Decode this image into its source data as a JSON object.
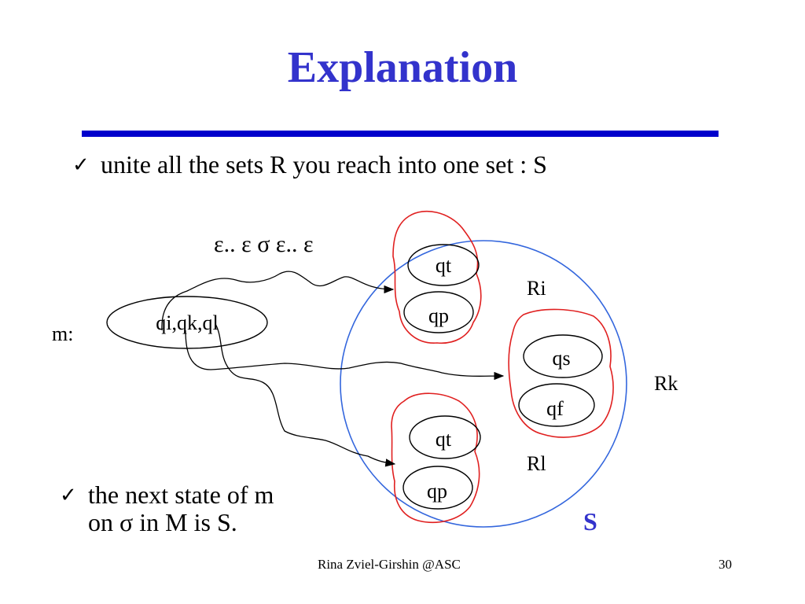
{
  "slide": {
    "title": "Explanation",
    "bullets": [
      {
        "icon": "check-icon",
        "text": "unite all the sets R you reach into one set : S"
      },
      {
        "icon": "check-icon",
        "lines": [
          "the next state of m",
          "on σ in M is S."
        ]
      }
    ],
    "footer": {
      "author": "Rina Zviel-Girshin  @ASC",
      "page": "30"
    }
  },
  "diagram": {
    "transition_label": "ε.. ε σ ε.. ε",
    "machine_label": "m:",
    "source_state": "qi,qk,ql",
    "sets": [
      {
        "name": "Ri",
        "states": [
          "qt",
          "qp"
        ]
      },
      {
        "name": "Rk",
        "states": [
          "qs",
          "qf"
        ]
      },
      {
        "name": "Rl",
        "states": [
          "qt",
          "qp"
        ]
      }
    ],
    "union_label": "S",
    "colors": {
      "title": "#3333cc",
      "rule": "#0000cc",
      "union_circle": "#3366dd",
      "set_outline": "#e02020",
      "union_label": "#3333cc"
    }
  }
}
